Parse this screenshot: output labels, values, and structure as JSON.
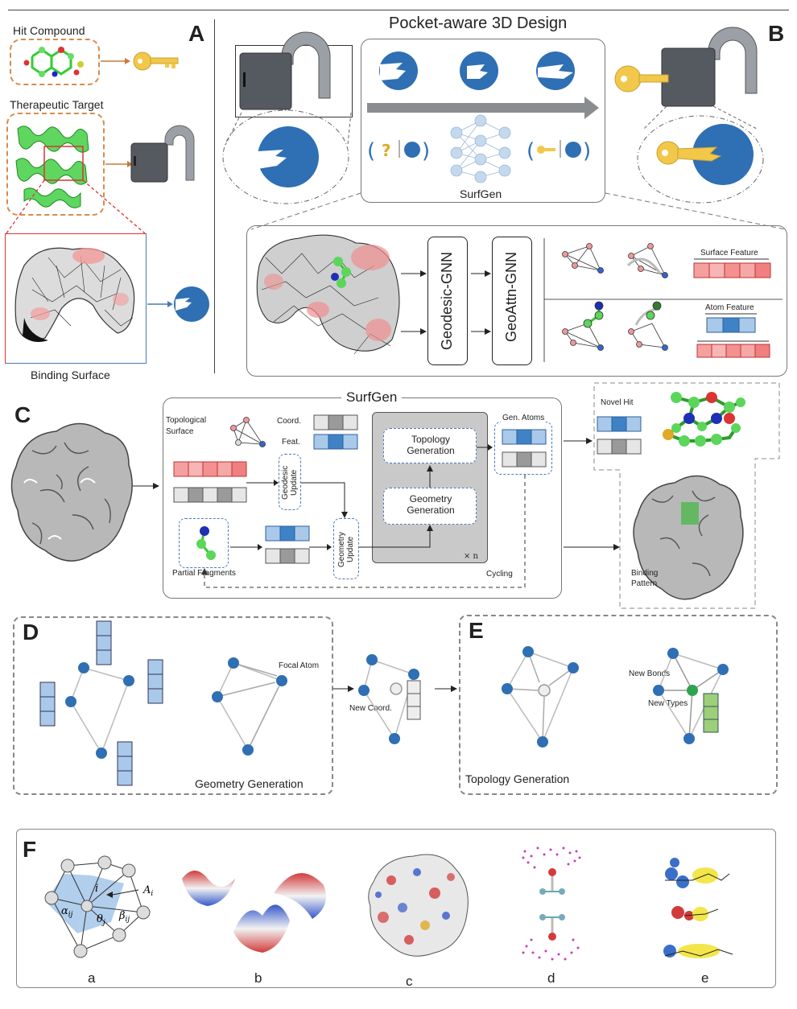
{
  "panelA": {
    "letter": "A",
    "hit_compound": "Hit Compound",
    "therapeutic_target": "Therapeutic Target",
    "binding_surface": "Binding Surface"
  },
  "panelB": {
    "letter": "B",
    "title": "Pocket-aware 3D Design",
    "surfgen": "SurfGen",
    "geodesic_gnn": "Geodesic-GNN",
    "geoattn_gnn": "GeoAttn-GNN",
    "surface_feature": "Surface Feature",
    "atom_feature": "Atom Feature"
  },
  "panelC": {
    "letter": "C",
    "title": "SurfGen",
    "topological_surface": "Topological Surface",
    "coord": "Coord.",
    "feat": "Feat.",
    "geodesic_update": "Geodesic Update",
    "geometry_update": "Geometry Update",
    "topology_generation": "Topology Generation",
    "geometry_generation": "Geometry Generation",
    "times_n": "× n",
    "gen_atoms": "Gen. Atoms",
    "partial_fragments": "Partial  Fragments",
    "cycling": "Cycling",
    "novel_hit": "Novel Hit",
    "binding_pattern": "Binding Pattern"
  },
  "panelD": {
    "letter": "D",
    "focal_atom": "Focal Atom",
    "new_coord": "New Coord.",
    "geometry_generation": "Geometry  Generation"
  },
  "panelE": {
    "letter": "E",
    "new_bonds": "New Bonds",
    "new_types": "New Types",
    "topology_generation": "Topology  Generation"
  },
  "panelF": {
    "letter": "F",
    "sub_labels": [
      "a",
      "b",
      "c",
      "d",
      "e"
    ],
    "math": {
      "i": "i",
      "Ai": "A",
      "Ai_sub": "i",
      "alpha": "α",
      "alpha_sub": "ij",
      "theta": "θ",
      "theta_sub": "j",
      "beta": "β",
      "beta_sub": "ij"
    }
  },
  "colors": {
    "blue": "#2f6fb3",
    "light_blue": "#a9c9ea",
    "red_feature": "#f28b8b",
    "green_feature": "#9ccf7a",
    "key_yellow": "#f2c84b",
    "lock_grey": "#555a60"
  }
}
